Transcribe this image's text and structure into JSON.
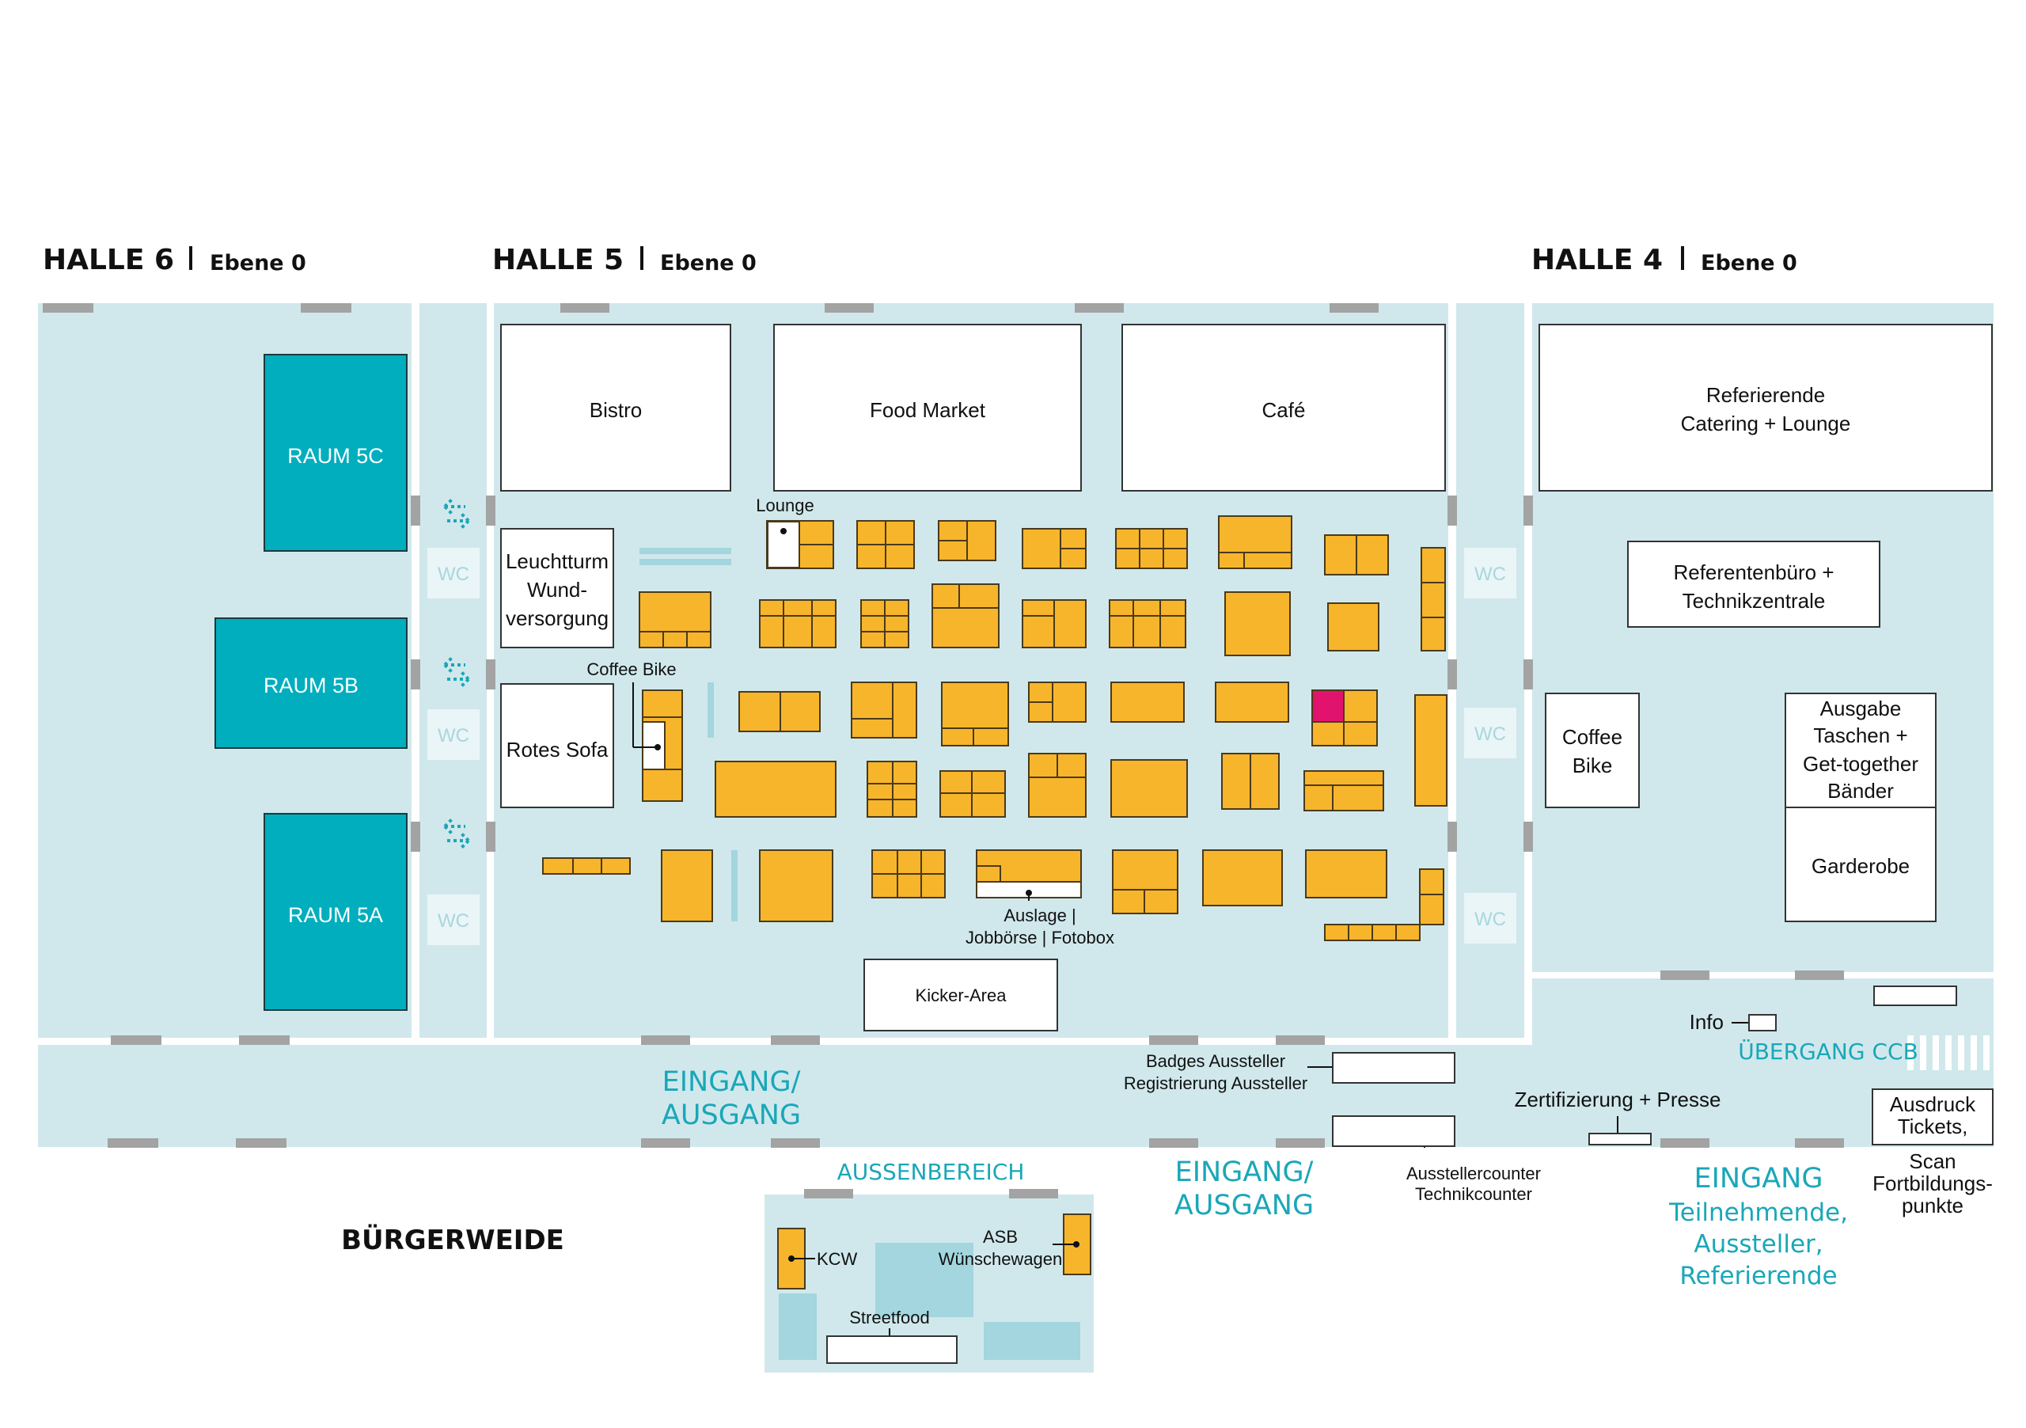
{
  "halls": {
    "h6": {
      "title": "HALLE 6",
      "level": "Ebene 0"
    },
    "h5": {
      "title": "HALLE 5",
      "level": "Ebene 0"
    },
    "h4": {
      "title": "HALLE 4",
      "level": "Ebene 0"
    }
  },
  "rooms": {
    "r5c": "RAUM 5C",
    "r5b": "RAUM 5B",
    "r5a": "RAUM 5A"
  },
  "wc": "WC",
  "areas": {
    "bistro": "Bistro",
    "food_market": "Food Market",
    "cafe": "Café",
    "referierende_l1": "Referierende",
    "referierende_l2": "Catering + Lounge",
    "referentenbuero_l1": "Referentenbüro +",
    "referentenbuero_l2": "Technikzentrale",
    "leuchtturm_l1": "Leuchtturm",
    "leuchtturm_l2": "Wund-",
    "leuchtturm_l3": "versorgung",
    "rotes_sofa": "Rotes Sofa",
    "coffee_bike_h4_l1": "Coffee",
    "coffee_bike_h4_l2": "Bike",
    "ausgabe_l1": "Ausgabe",
    "ausgabe_l2": "Taschen +",
    "ausgabe_l3": "Get-together",
    "ausgabe_l4": "Bänder",
    "garderobe": "Garderobe",
    "kicker": "Kicker-Area",
    "lounge": "Lounge",
    "coffee_bike": "Coffee Bike",
    "auslage_l1": "Auslage |",
    "auslage_l2": "Jobbörse | Fotobox",
    "info": "Info",
    "uebergang": "ÜBERGANG CCB",
    "badges_l1": "Badges Aussteller",
    "badges_l2": "Registrierung Aussteller",
    "zertifizierung": "Zertifizierung + Presse",
    "ausstellercounter_l1": "Ausstellercounter",
    "ausstellercounter_l2": "Technikcounter",
    "ausdruck_l1": "Ausdruck",
    "ausdruck_l2": "Tickets,",
    "scan_l1": "Scan",
    "scan_l2": "Fortbildungs-",
    "scan_l3": "punkte"
  },
  "entrances": {
    "eingang_ausgang_1_l1": "EINGANG/",
    "eingang_ausgang_1_l2": "AUSGANG",
    "eingang_ausgang_2_l1": "EINGANG/",
    "eingang_ausgang_2_l2": "AUSGANG",
    "eingang": "EINGANG",
    "eingang_sub_l1": "Teilnehmende,",
    "eingang_sub_l2": "Aussteller,",
    "eingang_sub_l3": "Referierende"
  },
  "outside": {
    "title": "AUSSENBEREICH",
    "kcw": "KCW",
    "asb_l1": "ASB",
    "asb_l2": "Wünschewagen",
    "streetfood": "Streetfood"
  },
  "street": "BÜRGERWEIDE",
  "colors": {
    "floor": "#d0e8ec",
    "booth": "#f7b52c",
    "booth_line": "#4a3a1a",
    "room": "#00aebd",
    "accent": "#1aa7b8",
    "highlight": "#e2136e",
    "door": "#a3a3a3"
  }
}
